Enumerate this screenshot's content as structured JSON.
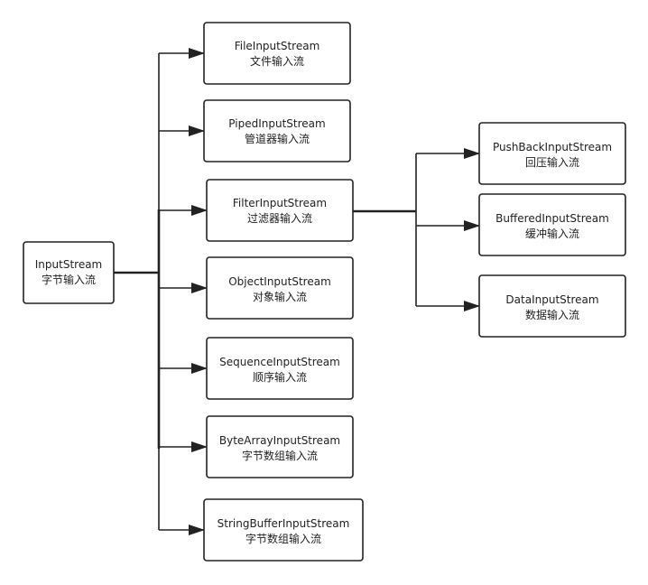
{
  "diagram": {
    "root": {
      "title": "InputStream",
      "subtitle": "字节输入流"
    },
    "children": [
      {
        "title": "FileInputStream",
        "subtitle": "文件输入流"
      },
      {
        "title": "PipedInputStream",
        "subtitle": "管道器输入流"
      },
      {
        "title": "FilterInputStream",
        "subtitle": "过滤器输入流"
      },
      {
        "title": "ObjectInputStream",
        "subtitle": "对象输入流"
      },
      {
        "title": "SequenceInputStream",
        "subtitle": "顺序输入流"
      },
      {
        "title": "ByteArrayInputStream",
        "subtitle": "字节数组输入流"
      },
      {
        "title": "StringBufferInputStream",
        "subtitle": "字节数组输入流"
      }
    ],
    "filter_children": [
      {
        "title": "PushBackInputStream",
        "subtitle": "回压输入流"
      },
      {
        "title": "BufferedInputStream",
        "subtitle": "缓冲输入流"
      },
      {
        "title": "DataInputStream",
        "subtitle": "数据输入流"
      }
    ]
  }
}
